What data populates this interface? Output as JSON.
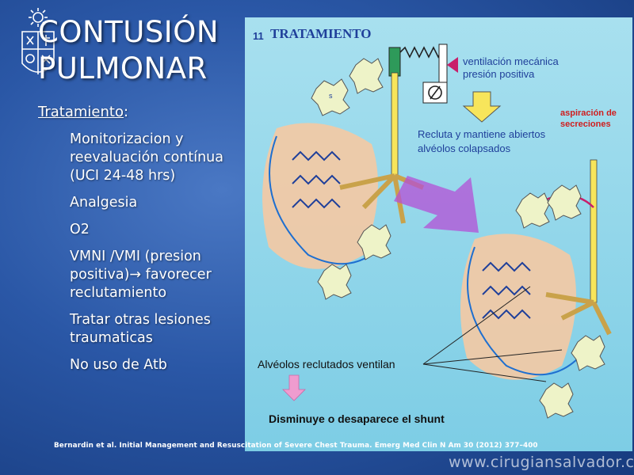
{
  "slide": {
    "title_lines": [
      "CONTUSIÓN",
      "PULMONAR"
    ],
    "subheading": "Tratamiento",
    "subheading_suffix": ":",
    "bullets": [
      "Monitorizacion y reevaluación contínua (UCI 24-48 hrs)",
      "Analgesia",
      "O2",
      "VMNI /VMI (presion positiva)→  favorecer reclutamiento",
      "Tratar otras lesiones traumaticas",
      "No uso de Atb"
    ],
    "citation": "Bernardin et al. Initial Management and Resuscitation of Severe Chest Trauma. Emerg Med Clin N Am 30 (2012) 377–400",
    "watermark": "www.cirugiansalvador.cl"
  },
  "figure": {
    "number": "11",
    "heading": "TRATAMIENTO",
    "label_ventilation_1": "ventilación mecánica",
    "label_ventilation_2": "presión positiva",
    "label_recruit_1": "Recluta y mantiene abiertos",
    "label_recruit_2": "alvéolos colapsados",
    "label_aspiration_1": "aspiración de",
    "label_aspiration_2": "secreciones",
    "label_ventilate": "Alvéolos reclutados ventilan",
    "label_shunt": "Disminuye o desaparece el shunt",
    "alveolus_letter": "s"
  },
  "colors": {
    "figure_background": "#8fd6ea",
    "heading_blue": "#1f3f9a",
    "aspiration_red": "#d01e1e",
    "alveolus_fill": "#eef3c8",
    "lung_fill": "#f5c9a3",
    "arrow_purple": "#b44fd6",
    "airway_magenta": "#c81f6a",
    "flow_blue": "#1e6fd0"
  }
}
